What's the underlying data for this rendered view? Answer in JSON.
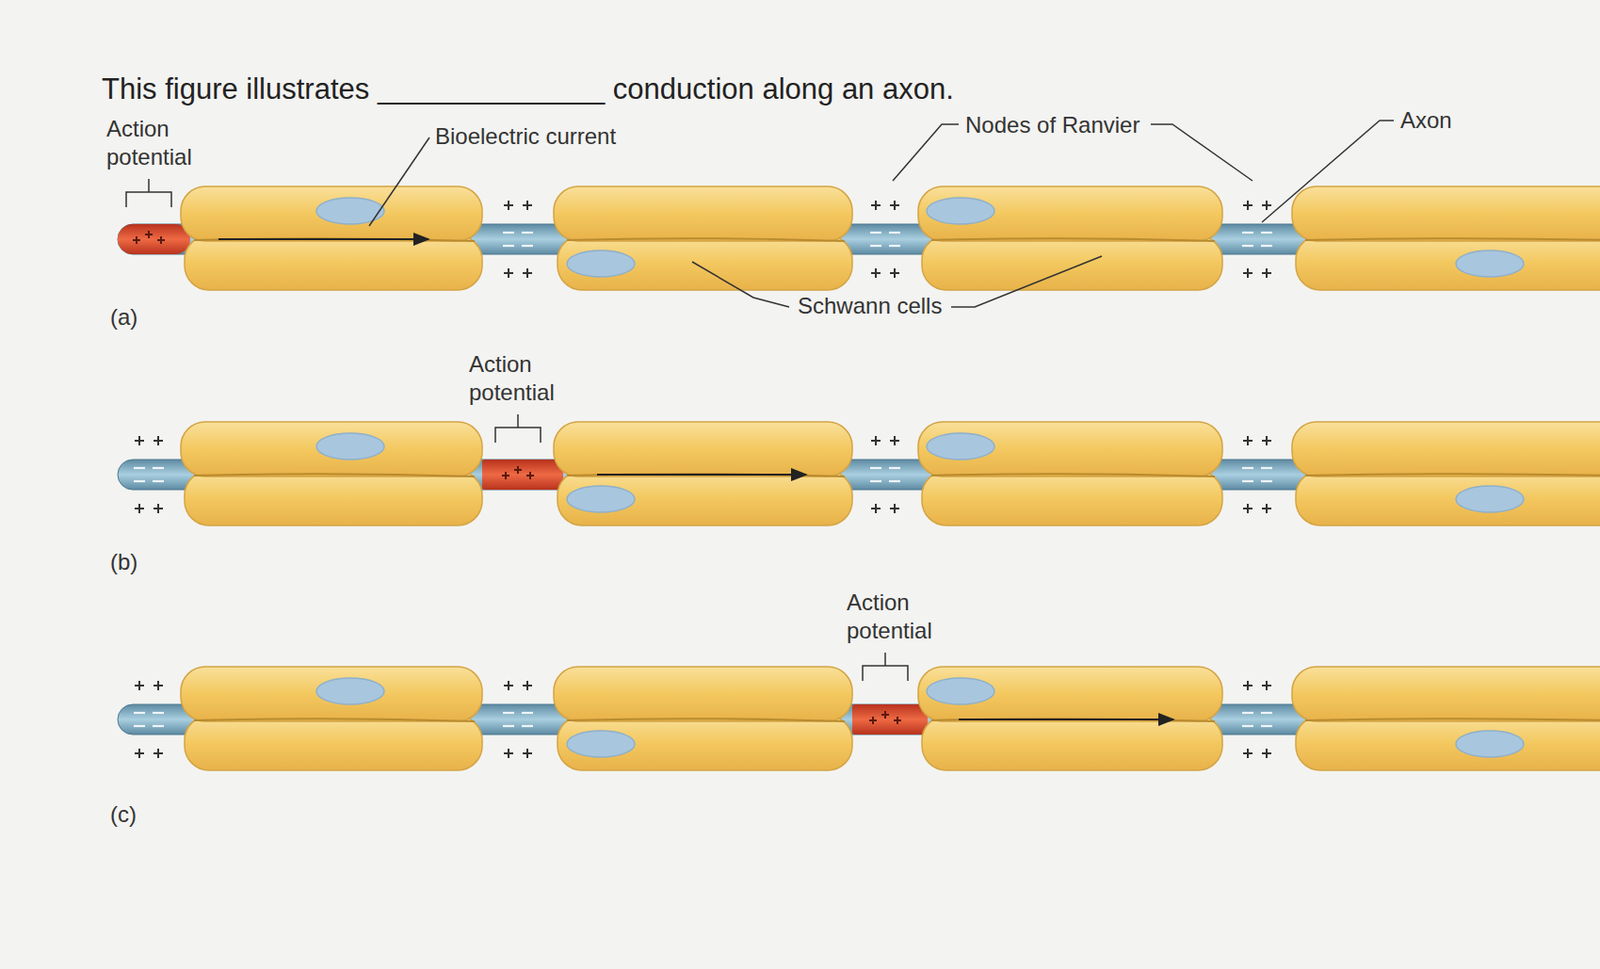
{
  "diagram": {
    "title": "This figure illustrates ______________ conduction along an axon.",
    "labels": [
      "Action potential",
      "Bioelectric current",
      "Nodes of Ranvier",
      "Axon",
      "(a)",
      "Schwann cells",
      "Action potential",
      "(b)",
      "Action potential",
      "(c)"
    ]
  }
}
